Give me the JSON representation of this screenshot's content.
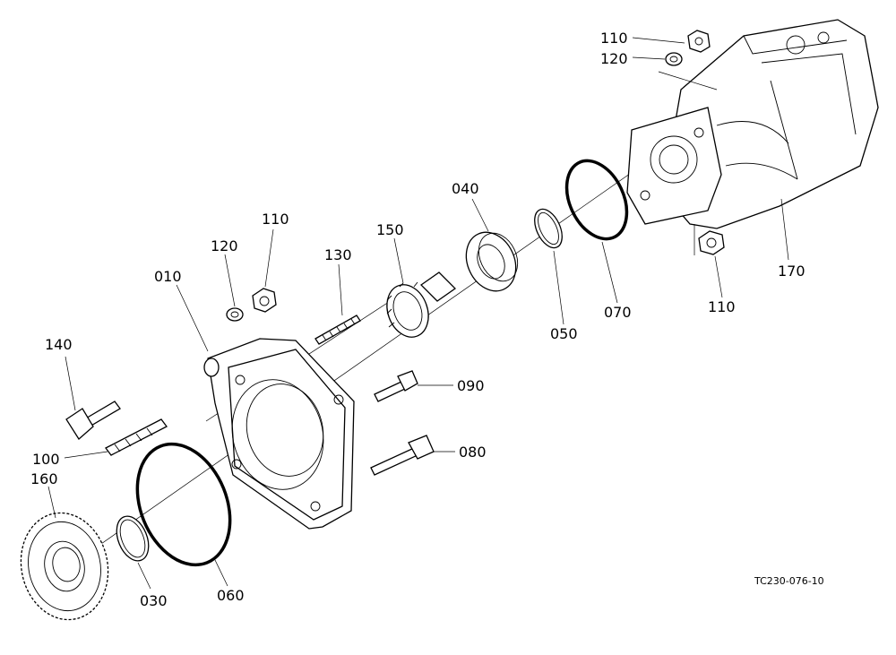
{
  "diagram": {
    "drawing_code": "TC230-076-10",
    "callouts": {
      "c110_top": "110",
      "c120_top": "120",
      "c040": "040",
      "c150": "150",
      "c110_mid": "110",
      "c120_mid": "120",
      "c130": "130",
      "c010": "010",
      "c050": "050",
      "c070": "070",
      "c110_bot": "110",
      "c170": "170",
      "c140": "140",
      "c090": "090",
      "c080": "080",
      "c100": "100",
      "c160": "160",
      "c030": "030",
      "c060": "060"
    }
  }
}
